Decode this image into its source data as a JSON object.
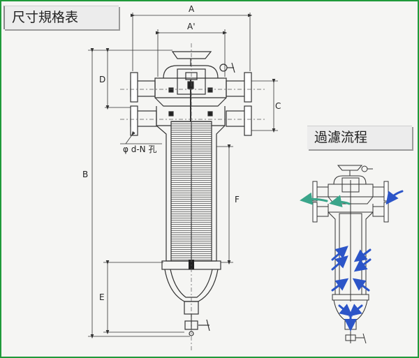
{
  "spec_title": "尺寸規格表",
  "flow_title": "過濾流程",
  "dimension_labels": {
    "a": "A",
    "a_prime": "A'",
    "b": "B",
    "c": "C",
    "d": "D",
    "e": "E",
    "f": "F",
    "bolt_holes": "φ d-N 孔"
  },
  "colors": {
    "border": "#1f9a3a",
    "flow_arrow": "#2c55c8",
    "outlet_arrow": "#3aa58a",
    "line": "#333333"
  }
}
